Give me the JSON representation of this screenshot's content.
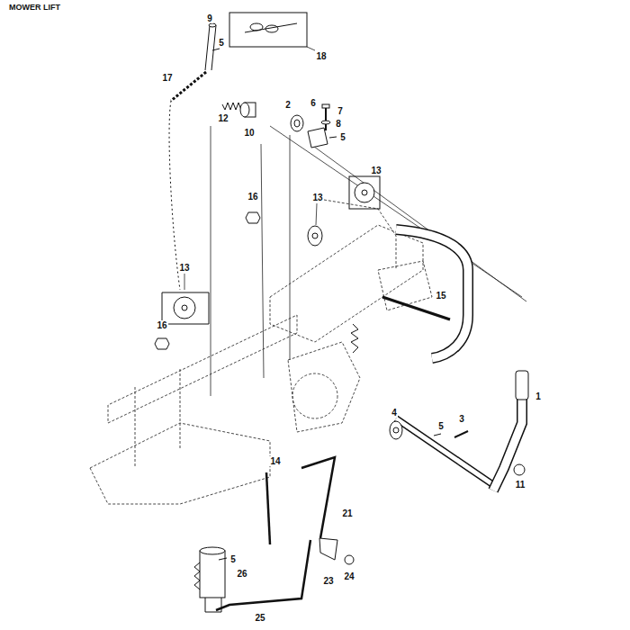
{
  "diagram": {
    "title": "MOWER LIFT",
    "labels": [
      "9",
      "5",
      "18",
      "17",
      "12",
      "10",
      "2",
      "6",
      "7",
      "8",
      "5",
      "13",
      "16",
      "13",
      "13",
      "15",
      "16",
      "1",
      "4",
      "3",
      "5",
      "11",
      "14",
      "21",
      "5",
      "26",
      "24",
      "23",
      "25"
    ]
  }
}
